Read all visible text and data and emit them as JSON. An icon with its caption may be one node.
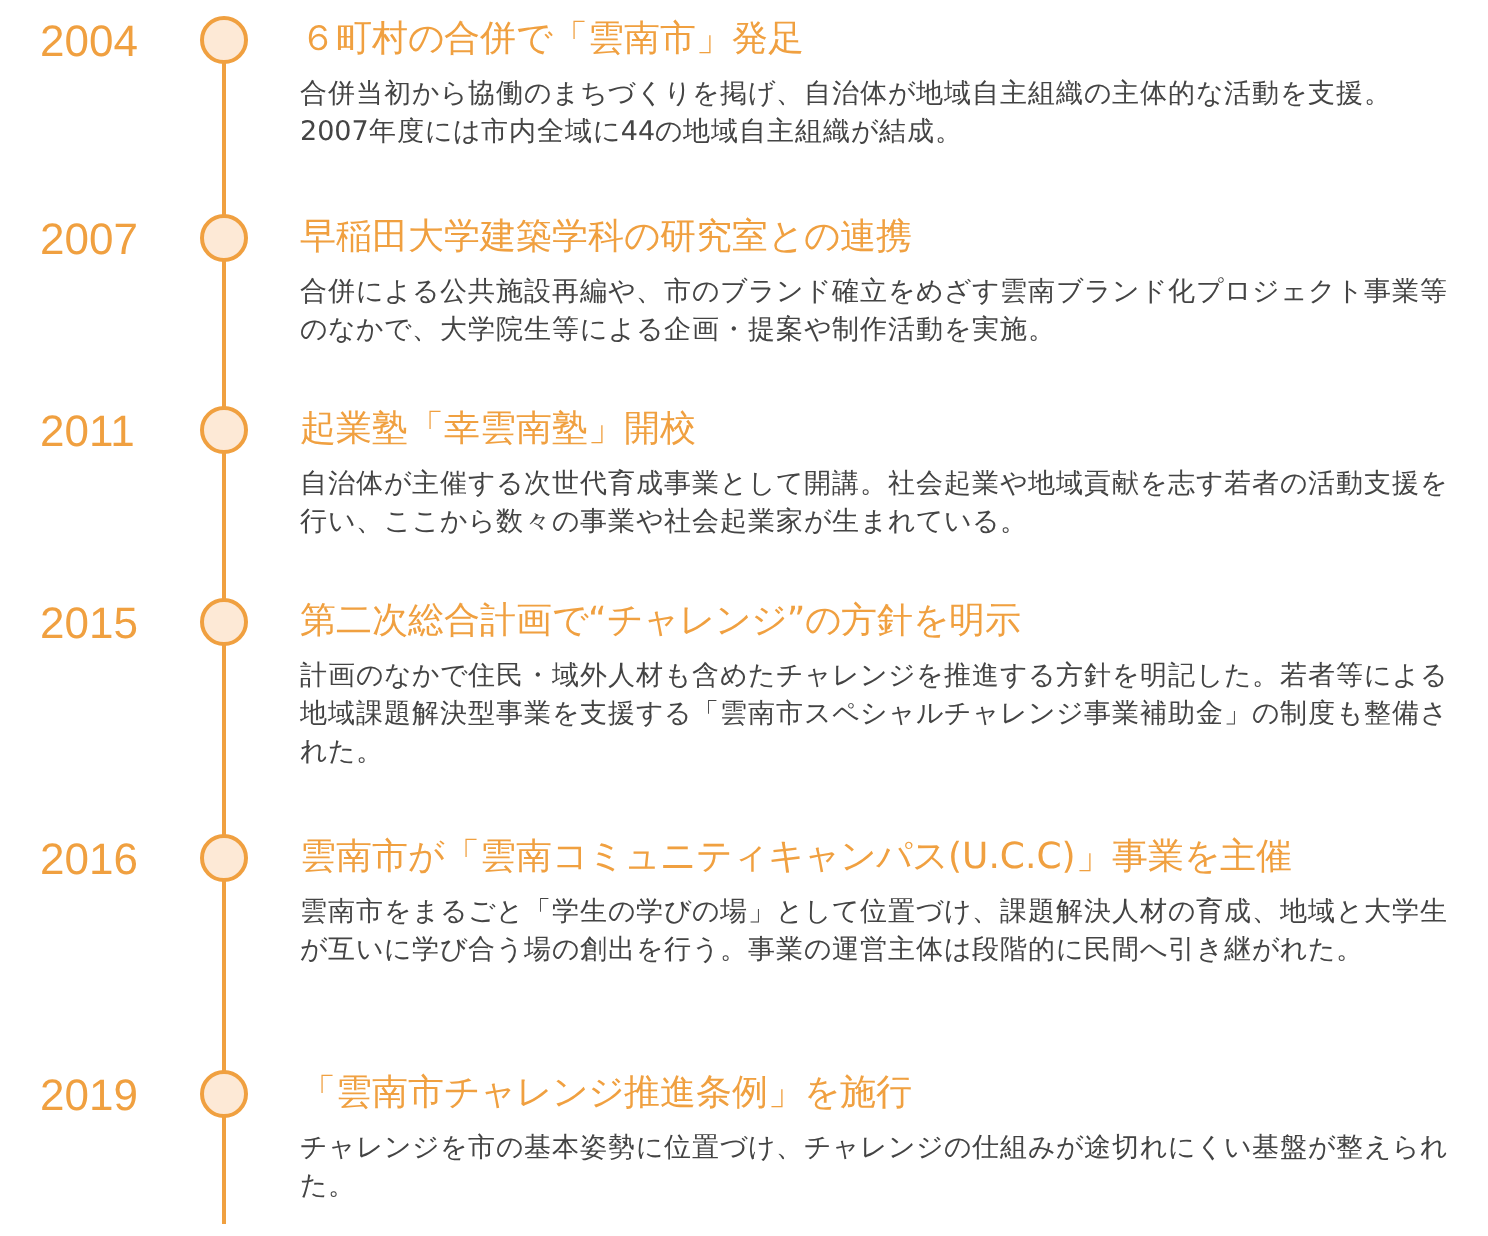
{
  "diagram": {
    "labels": [
      "2004",
      "６町村の合併で「雲南市」発足",
      "合併当初から協働のまちづくりを掲げ、自治体が地域自主組織の主体的な活動を支援。2007年度には市内全域に44の地域自主組織が結成。",
      "2007",
      "早稲田大学建築学科の研究室との連携",
      "合併による公共施設再編や、市のブランド確立をめざす雲南ブランド化プロジェクト事業等のなかで、大学院生等による企画・提案や制作活動を実施。",
      "2011",
      "起業塾「幸雲南塾」開校",
      "自治体が主催する次世代育成事業として開講。社会起業や地域貢献を志す若者の活動支援を行い、ここから数々の事業や社会起業家が生まれている。",
      "2015",
      "第二次総合計画で“チャレンジ”の方針を明示",
      "計画のなかで住民・域外人材も含めたチャレンジを推進する方針を明記した。若者等による地域課題解決型事業を支援する「雲南市スペシャルチャレンジ事業補助金」の制度も整備された。",
      "2016",
      "雲南市が「雲南コミュニティキャンパス(U.C.C)」事業を主催",
      "雲南市をまるごと「学生の学びの場」として位置づけ、課題解決人材の育成、地域と大学生が互いに学び合う場の創出を行う。事業の運営主体は段階的に民間へ引き継がれた。",
      "2019",
      "「雲南市チャレンジ推進条例」を施行",
      "チャレンジを市の基本姿勢に位置づけ、チャレンジの仕組みが途切れにくい基盤が整えられた。"
    ]
  }
}
